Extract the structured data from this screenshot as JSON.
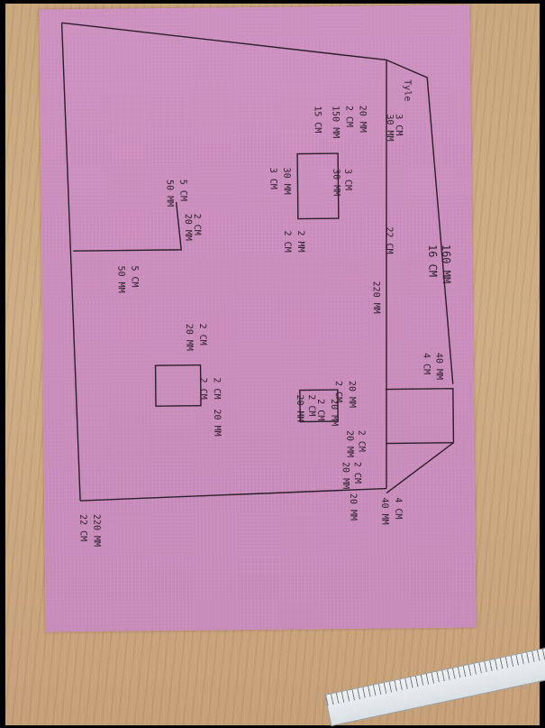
{
  "photo": {
    "subject": "pink paper",
    "colors": {
      "paper": "#c98bbb",
      "desk": "#cba982",
      "pen": "#2a1f2a",
      "frame": "#000000"
    }
  },
  "sketch": {
    "labels": [
      "160 MM",
      "16 CM",
      "Tyle",
      "3 CM",
      "30 MM",
      "20 MM",
      "2 CM",
      "150 MM",
      "15 CM",
      "3 CM",
      "30 MM",
      "30 MM",
      "3 CM",
      "2 MM",
      "2 CM",
      "22 CM",
      "220 MM",
      "5 CM",
      "50 MM",
      "2 CM",
      "20 MM",
      "5 CM",
      "50 MM",
      "40 MM",
      "4 CM",
      "20 MM",
      "2 CM",
      "20 MM",
      "2 CM",
      "2 CM",
      "20 MM",
      "2 CM",
      "20 MM",
      "2 CM",
      "20 MM",
      "20 MM",
      "2 CM",
      "20 MM",
      "2 CM",
      "2 CM",
      "20 MM",
      "220 MM",
      "22 CM",
      "4 CM",
      "40 MM"
    ]
  },
  "ruler": {
    "text": ""
  }
}
